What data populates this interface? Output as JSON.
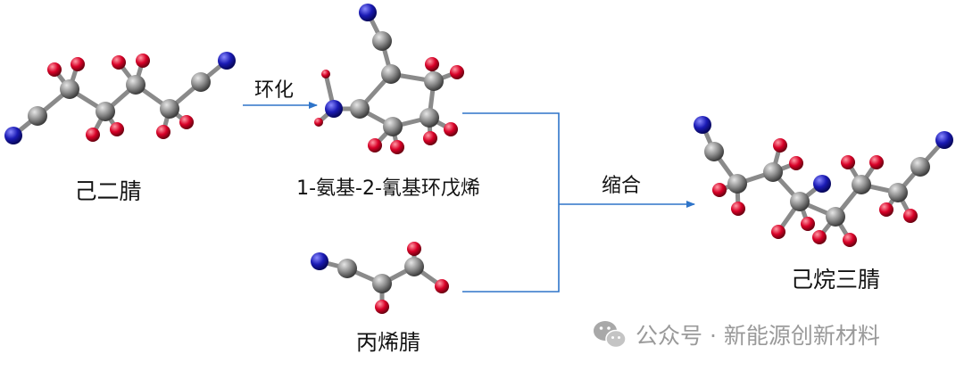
{
  "labels": {
    "adiponitrile": "己二腈",
    "cyclo_step": "环化",
    "intermediate": "1-氨基-2-氰基环戊烯",
    "condense_step": "缩合",
    "acrylonitrile": "丙烯腈",
    "product": "己烷三腈"
  },
  "watermark": {
    "text": "公众号 · 新能源创新材料",
    "icon": "wechat-icon"
  },
  "colors": {
    "carbon": "#8c8c8c",
    "oxygen_like": "#d80027",
    "nitrogen": "#1a1ab4",
    "arrow": "#2e74c9",
    "text": "#111111"
  }
}
